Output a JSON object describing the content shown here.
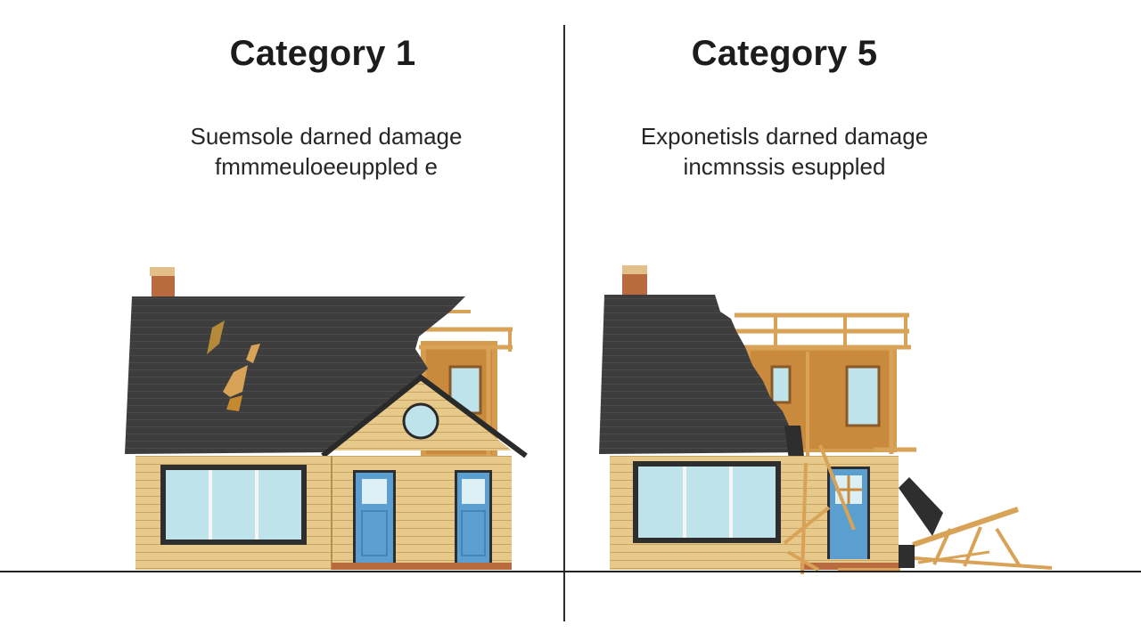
{
  "panels": [
    {
      "title": "Category 1",
      "description_lines": [
        "Suemsole darned damage",
        "fmmmeuloeeuppled e"
      ]
    },
    {
      "title": "Category 5",
      "description_lines": [
        "Exponetisls darned damage",
        "incmnssis esuppled"
      ]
    }
  ],
  "colors": {
    "roof": "#3d3d3d",
    "siding": "#e7c98b",
    "siding_line": "#c9a562",
    "frame_wood": "#d8a257",
    "chimney": "#b96a3f",
    "door": "#5a9fd0",
    "window_glass": "#bfe3ea",
    "outline": "#2a2a2a"
  }
}
